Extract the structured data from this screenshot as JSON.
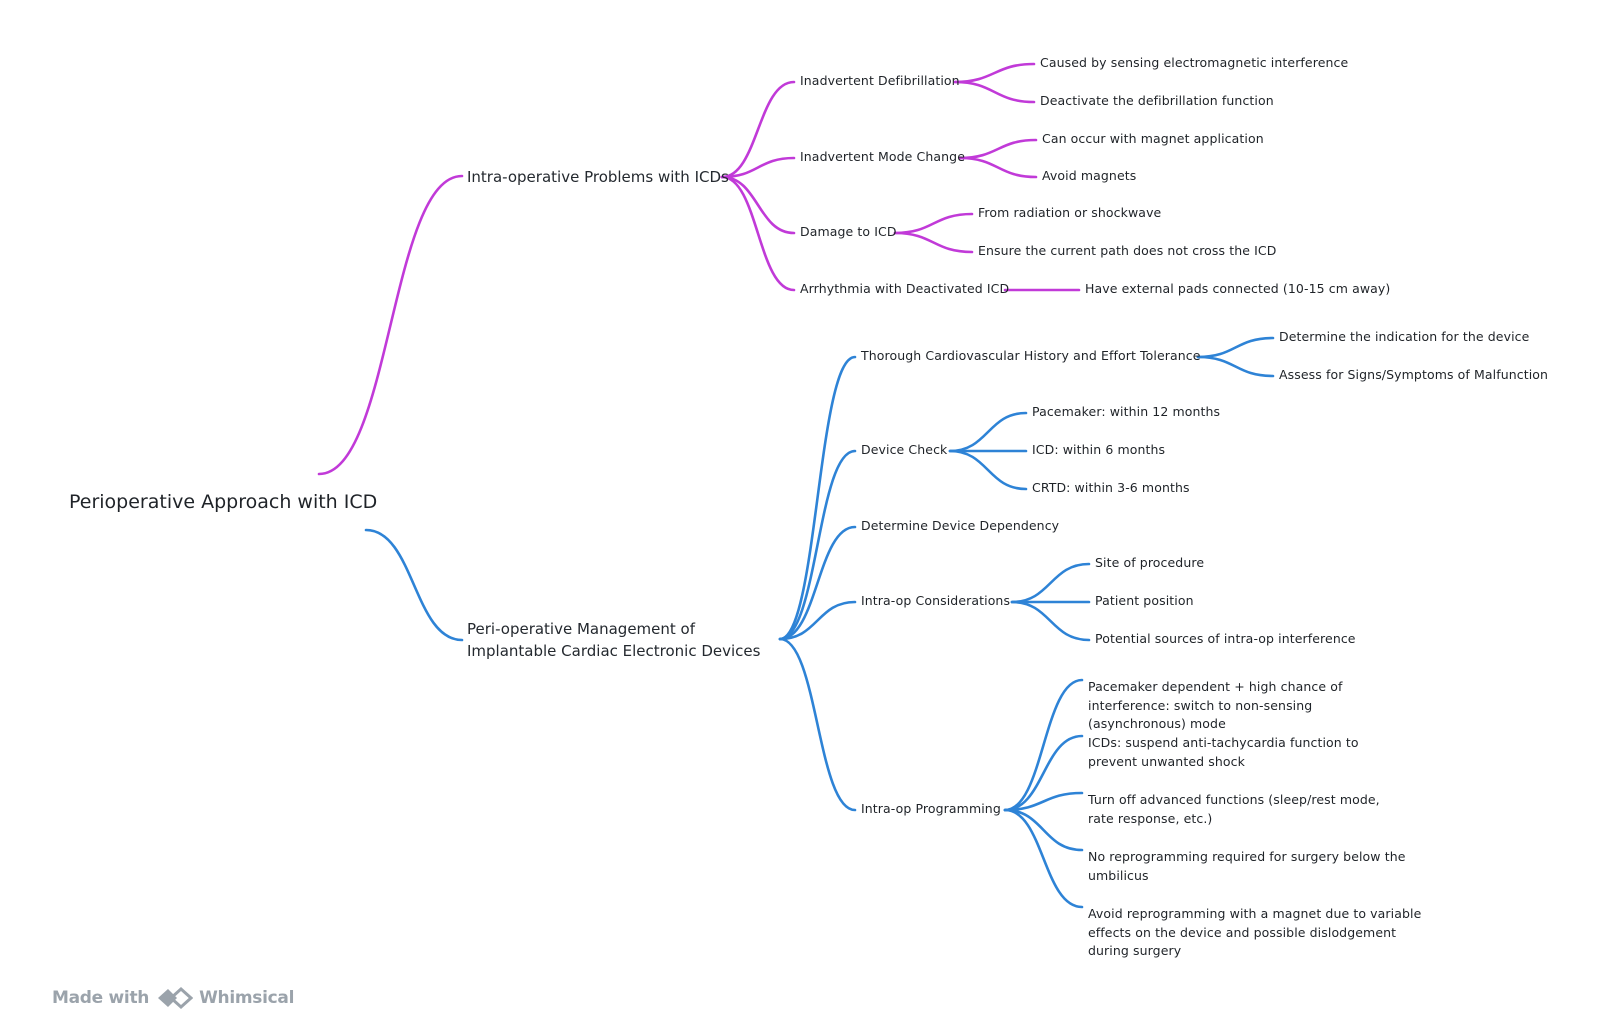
{
  "colors": {
    "magenta": "#c13ad8",
    "blue": "#2e83d6"
  },
  "root": {
    "label": "Perioperative Approach with ICD"
  },
  "branches": [
    {
      "label": "Intra-operative Problems with ICDs",
      "color": "magenta",
      "children": [
        {
          "label": "Inadvertent Defibrillation",
          "children": [
            "Caused by sensing electromagnetic interference",
            "Deactivate the defibrillation function"
          ]
        },
        {
          "label": "Inadvertent Mode Change",
          "children": [
            "Can occur with magnet application",
            "Avoid magnets"
          ]
        },
        {
          "label": "Damage to ICD",
          "children": [
            "From radiation or shockwave",
            "Ensure the current path does not cross the ICD"
          ]
        },
        {
          "label": "Arrhythmia with Deactivated ICD",
          "children": [
            "Have external pads connected (10-15 cm away)"
          ]
        }
      ]
    },
    {
      "label": "Peri-operative Management of Implantable Cardiac Electronic Devices",
      "color": "blue",
      "children": [
        {
          "label": "Thorough Cardiovascular History and Effort Tolerance",
          "children": [
            "Determine the indication for the device",
            "Assess for Signs/Symptoms of Malfunction"
          ]
        },
        {
          "label": "Device Check",
          "children": [
            "Pacemaker: within 12 months",
            "ICD: within 6 months",
            "CRTD: within 3-6 months"
          ]
        },
        {
          "label": "Determine Device Dependency",
          "children": []
        },
        {
          "label": "Intra-op Considerations",
          "children": [
            "Site of procedure",
            "Patient position",
            "Potential sources of intra-op interference"
          ]
        },
        {
          "label": "Intra-op Programming",
          "children": [
            "Pacemaker dependent + high chance of interference: switch to non-sensing (asynchronous) mode",
            "ICDs: suspend anti-tachycardia function to prevent unwanted shock",
            "Turn off advanced functions (sleep/rest mode, rate response, etc.)",
            "No reprogramming required for surgery below the umbilicus",
            "Avoid reprogramming with a magnet due to variable effects on the device and possible dislodgement during surgery"
          ]
        }
      ]
    }
  ],
  "footer": {
    "made_with": "Made with",
    "brand": "Whimsical",
    "logo_icon": "whimsical-logo-icon"
  }
}
